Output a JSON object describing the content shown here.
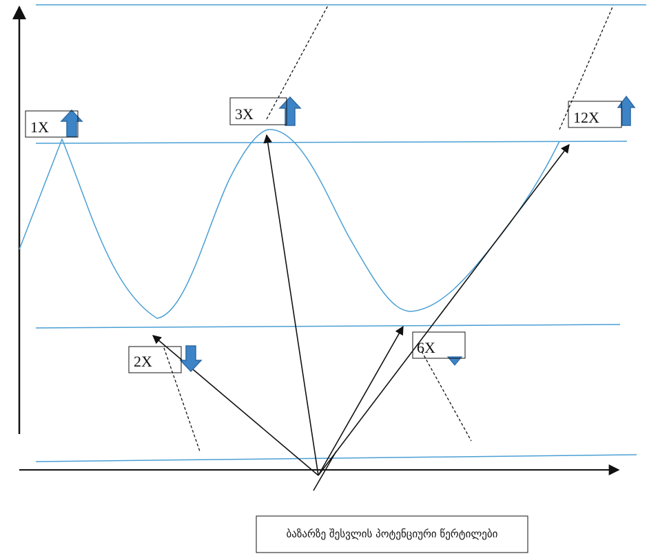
{
  "labels": {
    "l1x": "1X",
    "l2x": "2X",
    "l3x": "3X",
    "l6x": "6X",
    "l12x": "12X"
  },
  "caption": "ბაზარზე შესვლის პოტენციური წერტილები",
  "colors": {
    "line": "#4a9fd4",
    "arrow_fill": "#3d84c6",
    "arrow_stroke": "#2e6aa3",
    "ink": "#111111"
  },
  "icons": {
    "up": "arrow-up-icon",
    "down": "arrow-down-icon"
  }
}
